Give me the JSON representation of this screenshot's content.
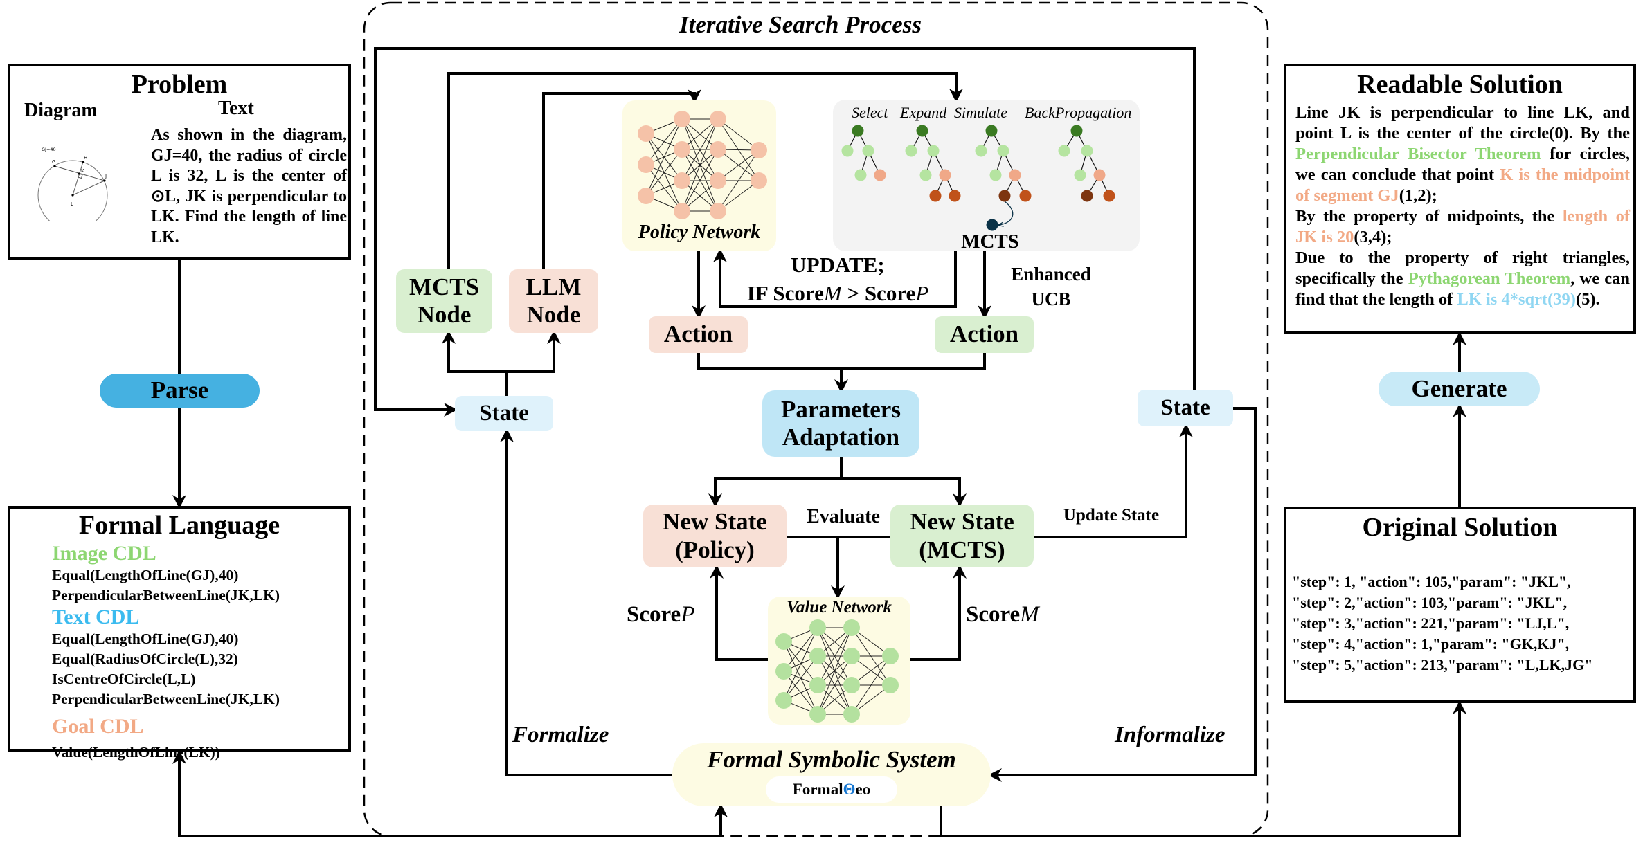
{
  "title": "Iterative Search Process",
  "problem": {
    "title": "Problem",
    "diagram_label": "Diagram",
    "text_label": "Text",
    "text": "As shown in the diagram, GJ=40, the radius of circle L is 32, L is the center of ⊙L, JK is perpendicular to LK. Find the length of line LK.",
    "figure": {
      "annotation": "GJ=40",
      "points": [
        "G",
        "H",
        "K",
        "J",
        "L"
      ]
    }
  },
  "parse_label": "Parse",
  "formal_language": {
    "title": "Formal Language",
    "sections": [
      {
        "heading": "Image CDL",
        "color": "#8dd672",
        "lines": [
          "Equal(LengthOfLine(GJ),40)",
          "PerpendicularBetweenLine(JK,LK)"
        ]
      },
      {
        "heading": "Text CDL",
        "color": "#3bbbef",
        "lines": [
          "Equal(LengthOfLine(GJ),40)",
          "Equal(RadiusOfCircle(L),32)",
          "IsCentreOfCircle(L,L)",
          "PerpendicularBetweenLine(JK,LK)"
        ]
      },
      {
        "heading": "Goal CDL",
        "color": "#f2a985",
        "lines": [
          "Value(LengthOfLine(LK))"
        ]
      }
    ]
  },
  "readable_solution": {
    "title": "Readable Solution",
    "paragraphs": [
      [
        {
          "text": "Line JK is perpendicular to line LK, and point L is the center of the circle(0). By the ",
          "color": "#000000"
        },
        {
          "text": "Perpendicular Bisector Theorem",
          "color": "#8dd672"
        },
        {
          "text": " for circles, we can conclude that point ",
          "color": "#000000"
        },
        {
          "text": "K is the midpoint of segment GJ",
          "color": "#f2a985"
        },
        {
          "text": "(1,2);",
          "color": "#000000"
        }
      ],
      [
        {
          "text": "By the property of midpoints, the ",
          "color": "#000000"
        },
        {
          "text": "length of JK is 20",
          "color": "#f2a985"
        },
        {
          "text": "(3,4);",
          "color": "#000000"
        }
      ],
      [
        {
          "text": "Due to the property of right triangles, specifically the ",
          "color": "#000000"
        },
        {
          "text": "Pythagorean Theorem",
          "color": "#8dd672"
        },
        {
          "text": ", we can find that the length of ",
          "color": "#000000"
        },
        {
          "text": "LK is 4*sqrt(39)",
          "color": "#8fd6f2"
        },
        {
          "text": "(5).",
          "color": "#000000"
        }
      ]
    ]
  },
  "generate_label": "Generate",
  "original_solution": {
    "title": "Original Solution",
    "lines": [
      "\"step\": 1, \"action\": 105,\"param\": \"JKL\",",
      "\"step\": 2,\"action\": 103,\"param\": \"JKL\",",
      "\"step\": 3,\"action\": 221,\"param\": \"LJ,L\",",
      "\"step\": 4,\"action\": 1,\"param\": \"GK,KJ\",",
      "\"step\": 5,\"action\": 213,\"param\": \"L,LK,JG\""
    ]
  },
  "search": {
    "state_left": "State",
    "state_right": "State",
    "mcts_node": "MCTS Node",
    "llm_node": "LLM Node",
    "policy_network": "Policy Network",
    "mcts_panel": {
      "phases": [
        "Select",
        "Expand",
        "Simulate",
        "BackPropagation"
      ],
      "label": "MCTS"
    },
    "update_line1": "UPDATE;",
    "update_line2_pre": "IF Score",
    "update_m": "M",
    "update_gt": " > Score",
    "update_p": "P",
    "enhanced_ucb": "Enhanced UCB",
    "action_policy": "Action",
    "action_mcts": "Action",
    "parameters_adaptation": "Parameters Adaptation",
    "new_state_policy": "New State (Policy)",
    "new_state_mcts": "New State (MCTS)",
    "evaluate": "Evaluate",
    "update_state": "Update State",
    "score_p_word": "Score",
    "score_p_var": "P",
    "score_m_word": "Score",
    "score_m_var": "M",
    "value_network": "Value Network",
    "formalize": "Formalize",
    "informalize": "Informalize",
    "formal_symbolic_system": "Formal Symbolic System",
    "logo": "FormalGeo"
  },
  "colors": {
    "parse": "#45b1e1",
    "generate": "#c8eaf7",
    "state": "#dff2fb",
    "green_box": "#d9efd0",
    "pink_box": "#f8e0d6",
    "params": "#bfe6f6",
    "network_bg": "#fdfbe3",
    "mcts_bg": "#f3f3f3",
    "policy_node": "#f5c2a8",
    "value_node": "#b4e19f"
  }
}
